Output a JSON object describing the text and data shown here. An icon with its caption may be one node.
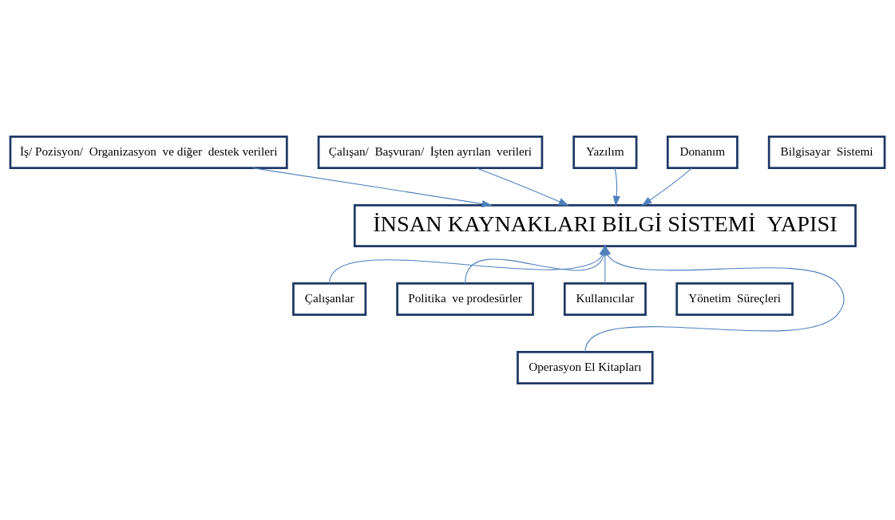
{
  "diagram": {
    "nodes": [
      {
        "text": [
          "İş/ Pozisyon/  Organizasyon  ve diğer  destek verileri"
        ]
      },
      {
        "text": [
          "Çalışan/  Başvuran/  İşten ayrılan  verileri"
        ]
      },
      {
        "text": [
          "Yazılım"
        ]
      },
      {
        "text": [
          "Donanım"
        ]
      },
      {
        "text": [
          "Bilgisayar  Sistemi"
        ]
      },
      {
        "text": [
          "İNSAN KAYNAKLARI BİLGİ SİSTEMİ  YAPISI"
        ]
      },
      {
        "text": [
          "Çalışanlar"
        ]
      },
      {
        "text": [
          "Politika  ve prodesürler"
        ]
      },
      {
        "text": [
          "Kullanıcılar"
        ]
      },
      {
        "text": [
          "Yönetim  Süreçleri"
        ]
      },
      {
        "text": [
          "Operasyon El Kitapları"
        ]
      }
    ],
    "edges": [
      {
        "from": 0,
        "to": 5,
        "arrow": "to"
      },
      {
        "from": 1,
        "to": 5,
        "arrow": "to"
      },
      {
        "from": 2,
        "to": 5,
        "arrow": "to"
      },
      {
        "from": 3,
        "to": 5,
        "arrow": "to"
      },
      {
        "from": 6,
        "to": 5,
        "arrow": "to"
      },
      {
        "from": 10,
        "to": 5,
        "arrow": "to"
      },
      {
        "from": 7,
        "to": 5,
        "arrow": "to"
      },
      {
        "from": 8,
        "to": 5,
        "arrow": "to"
      }
    ]
  }
}
